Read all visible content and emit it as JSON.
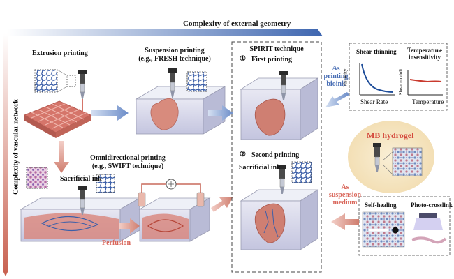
{
  "axes": {
    "external_geometry": "Complexity of external geometry",
    "vascular_network": "Complexity of vascular network"
  },
  "extrusion": {
    "title": "Extrusion printing"
  },
  "suspension": {
    "title": "Suspension printing",
    "subtitle": "(e.g., FRESH technique)"
  },
  "omni": {
    "title": "Omnidirectional printing",
    "subtitle": "(e.g., SWIFT technique)",
    "sacrificial": "Sacrificial ink",
    "perfusion": "Perfusion"
  },
  "spirit": {
    "title": "SPIRIT technique",
    "step1_num": "①",
    "step1": "First printing",
    "step2_num": "②",
    "step2": "Second printing",
    "sacrificial": "Sacrificial ink"
  },
  "bioink": {
    "line1": "As",
    "line2": "printing",
    "line3": "bioink"
  },
  "props": {
    "shear_title": "Shear-thinning",
    "shear_x": "Shear Rate",
    "shear_y": "Viscosity",
    "temp_title1": "Temperature",
    "temp_title2": "insensitivity",
    "temp_x": "Temperature",
    "temp_y": "Shear moduli"
  },
  "mb": {
    "title": "MB hydrogel"
  },
  "suspension_medium": {
    "line1": "As",
    "line2": "suspension",
    "line3": "medium"
  },
  "features": {
    "self_healing": "Self-healing",
    "photo": "Photo-crosslink"
  },
  "colors": {
    "accent_blue": "#4a6fb5",
    "accent_red": "#d4483b",
    "tissue": "#d9776a",
    "gel_box": "#c8c9e4"
  }
}
